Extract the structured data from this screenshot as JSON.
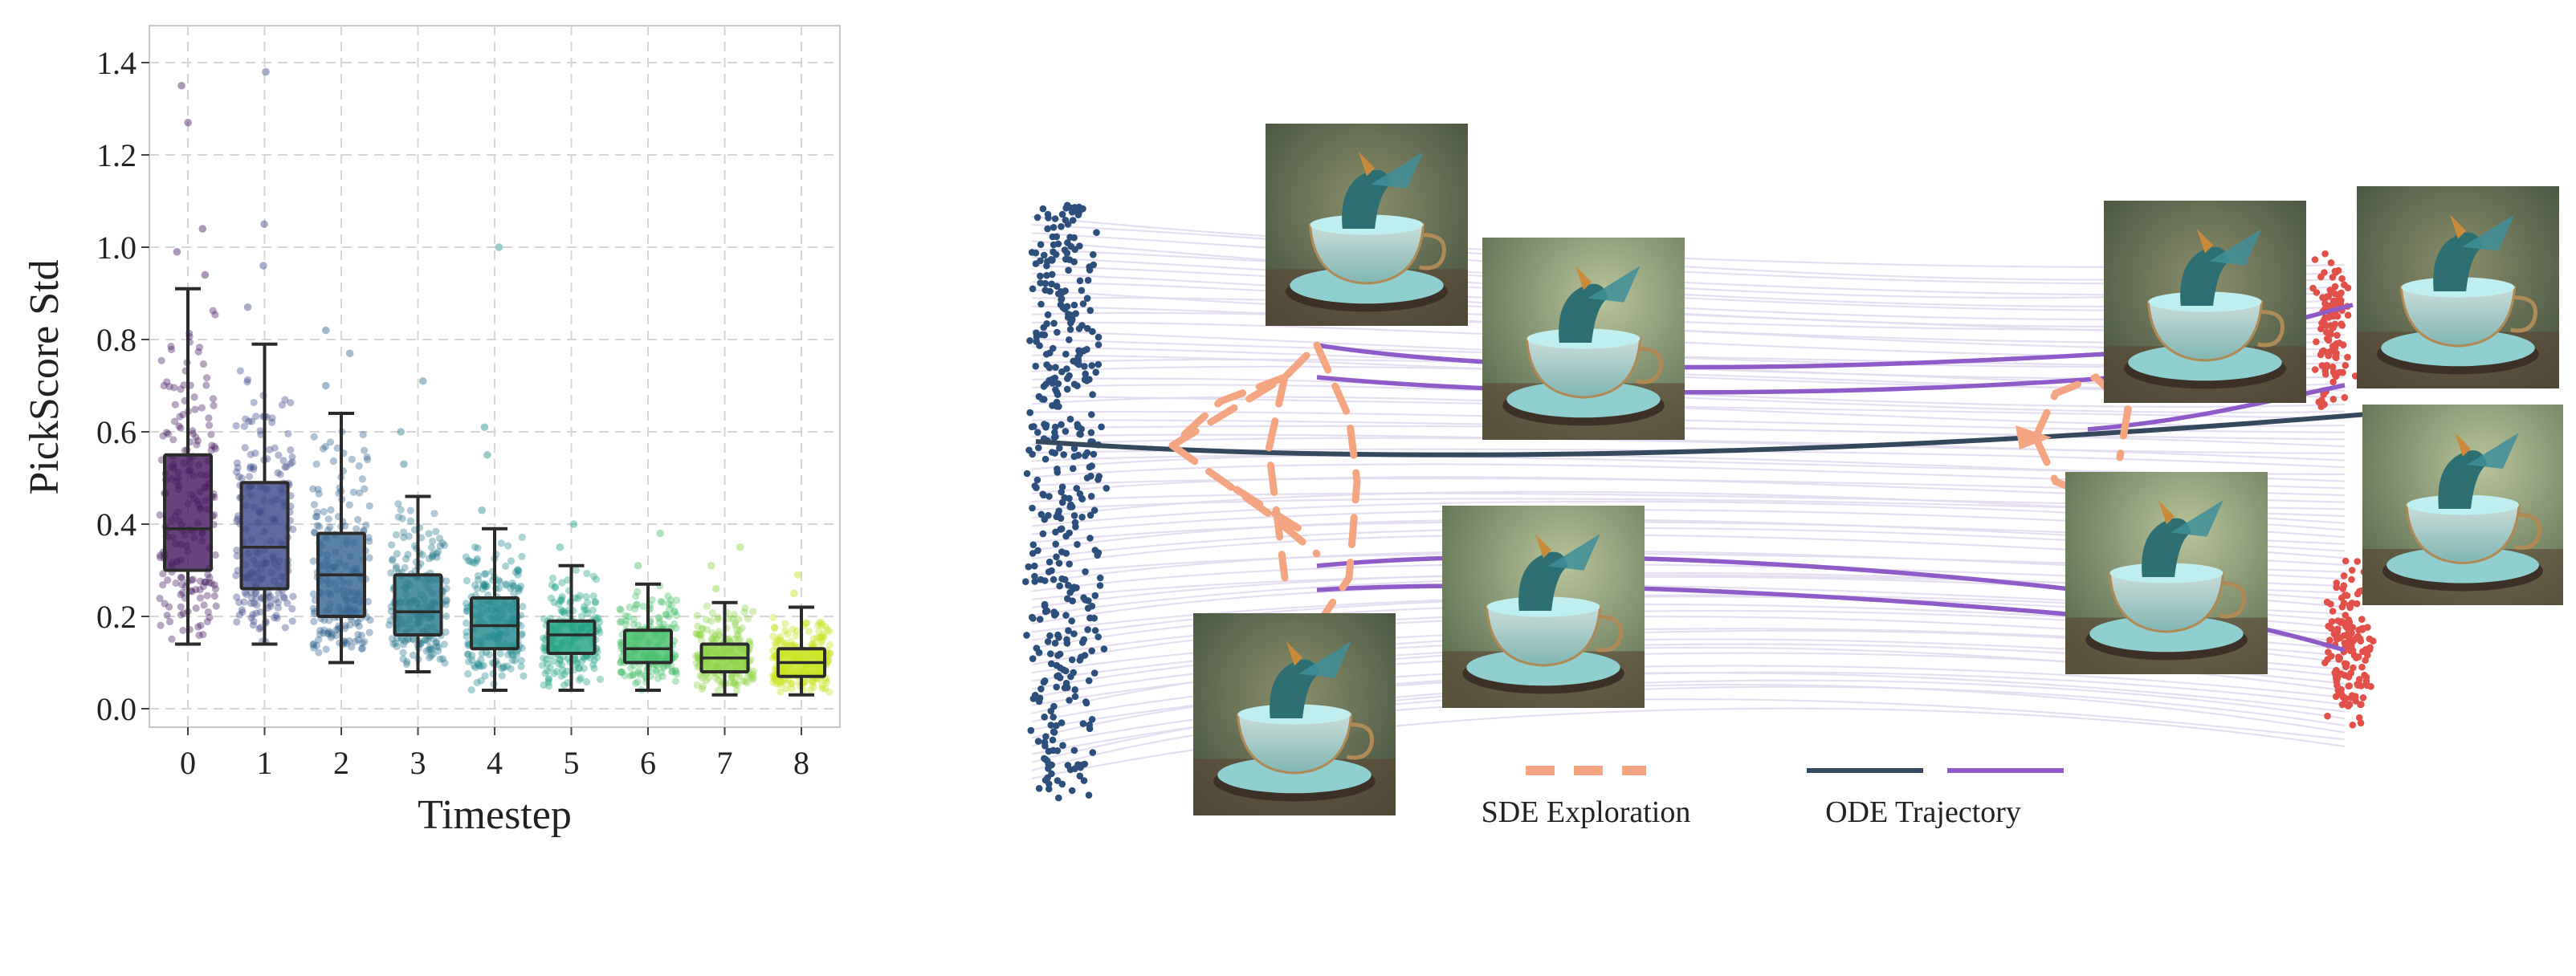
{
  "chart_data": [
    {
      "type": "box",
      "title": "",
      "xlabel": "Timestep",
      "ylabel": "PickScore Std",
      "categories": [
        "0",
        "1",
        "2",
        "3",
        "4",
        "5",
        "6",
        "7",
        "8"
      ],
      "ylim": [
        -0.04,
        1.48
      ],
      "yticks": [
        0.0,
        0.2,
        0.4,
        0.6,
        0.8,
        1.0,
        1.2,
        1.4
      ],
      "ytick_labels": [
        "0.0",
        "0.2",
        "0.4",
        "0.6",
        "0.8",
        "1.0",
        "1.2",
        "1.4"
      ],
      "grid": true,
      "boxes": [
        {
          "category": "0",
          "whisker_low": 0.14,
          "q1": 0.3,
          "median": 0.39,
          "q3": 0.55,
          "whisker_high": 0.91,
          "outliers": [
            0.94,
            0.99,
            1.04,
            1.27,
            1.35
          ]
        },
        {
          "category": "1",
          "whisker_low": 0.14,
          "q1": 0.26,
          "median": 0.35,
          "q3": 0.49,
          "whisker_high": 0.79,
          "outliers": [
            0.87,
            0.96,
            1.05,
            1.38
          ]
        },
        {
          "category": "2",
          "whisker_low": 0.1,
          "q1": 0.2,
          "median": 0.29,
          "q3": 0.38,
          "whisker_high": 0.64,
          "outliers": [
            0.7,
            0.77,
            0.82
          ]
        },
        {
          "category": "3",
          "whisker_low": 0.08,
          "q1": 0.16,
          "median": 0.21,
          "q3": 0.29,
          "whisker_high": 0.46,
          "outliers": [
            0.53,
            0.6,
            0.71
          ]
        },
        {
          "category": "4",
          "whisker_low": 0.04,
          "q1": 0.13,
          "median": 0.18,
          "q3": 0.24,
          "whisker_high": 0.39,
          "outliers": [
            0.43,
            0.55,
            0.61,
            1.0
          ]
        },
        {
          "category": "5",
          "whisker_low": 0.04,
          "q1": 0.12,
          "median": 0.16,
          "q3": 0.19,
          "whisker_high": 0.31,
          "outliers": [
            0.35,
            0.4
          ]
        },
        {
          "category": "6",
          "whisker_low": 0.04,
          "q1": 0.1,
          "median": 0.13,
          "q3": 0.17,
          "whisker_high": 0.27,
          "outliers": [
            0.31,
            0.38
          ]
        },
        {
          "category": "7",
          "whisker_low": 0.03,
          "q1": 0.08,
          "median": 0.11,
          "q3": 0.14,
          "whisker_high": 0.23,
          "outliers": [
            0.26,
            0.31,
            0.35
          ]
        },
        {
          "category": "8",
          "whisker_low": 0.03,
          "q1": 0.07,
          "median": 0.1,
          "q3": 0.13,
          "whisker_high": 0.22,
          "outliers": [
            0.25,
            0.29
          ]
        }
      ],
      "colors": [
        "#45185e",
        "#3d4989",
        "#336590",
        "#2a7a8c",
        "#238a8d",
        "#24a486",
        "#4ac16d",
        "#8ed447",
        "#c7e31c"
      ]
    },
    {
      "type": "diagram",
      "legend": [
        {
          "label": "SDE Exploration",
          "color": "#f4a582",
          "style": "dashed"
        },
        {
          "label": "ODE Trajectory",
          "colors": [
            "#34495e",
            "#8e5bc8"
          ],
          "style": "solid"
        }
      ],
      "colors": {
        "source_points": "#2c4f7c",
        "target_points": "#e2504a",
        "background_curves": "#e3dcef",
        "main_trajectory": "#34495e",
        "branch_trajectory": "#8e5bc8",
        "sde": "#f4a582"
      },
      "thumbnails": [
        "dragon-teacup-image-1",
        "dragon-teacup-image-2",
        "dragon-teacup-image-3",
        "dragon-teacup-image-4",
        "dragon-teacup-image-5",
        "dragon-teacup-image-6",
        "dragon-teacup-image-7",
        "dragon-teacup-image-8",
        "dragon-teacup-image-9"
      ]
    }
  ]
}
